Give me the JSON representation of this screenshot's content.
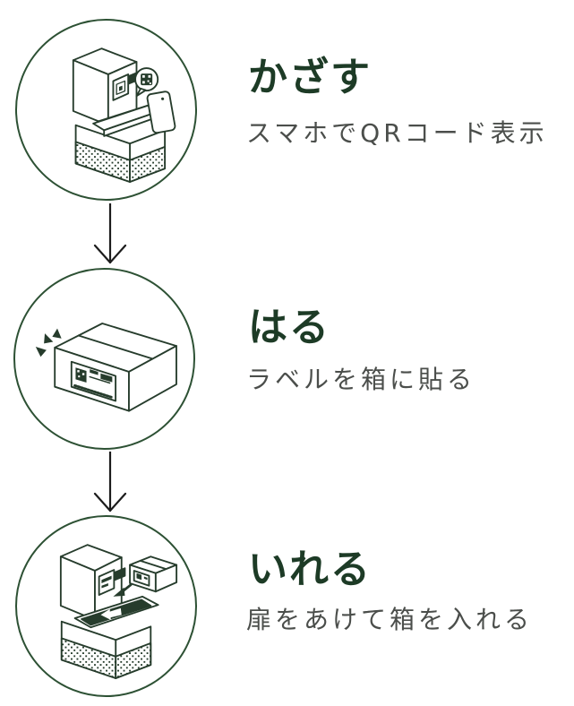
{
  "steps": [
    {
      "title": "かざす",
      "description": "スマホでQRコード表示",
      "icon": "kiosk-qr-phone-icon"
    },
    {
      "title": "はる",
      "description": "ラベルを箱に貼る",
      "icon": "box-with-shipping-label-icon"
    },
    {
      "title": "いれる",
      "description": "扉をあけて箱を入れる",
      "icon": "kiosk-insert-box-icon"
    }
  ],
  "connectors": [
    {
      "icon": "down-arrow-icon"
    },
    {
      "icon": "down-arrow-icon"
    }
  ],
  "colors": {
    "title_green": "#1d3b26",
    "description_gray": "#4b4e4b",
    "circle_border_green": "#2d5134",
    "illustration_ink": "#263c2c",
    "arrow_black": "#1c1c1c",
    "background": "#ffffff"
  }
}
